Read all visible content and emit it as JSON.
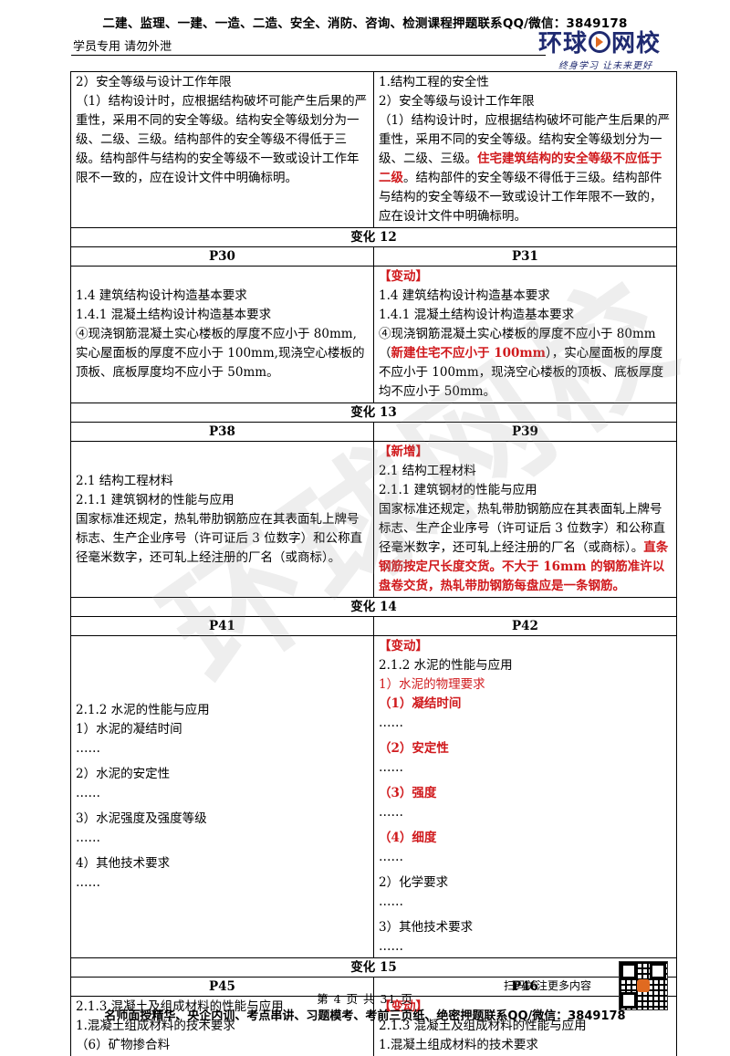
{
  "header": {
    "banner": "二建、监理、一建、一造、二造、安全、消防、咨询、检测课程押题联系QQ/微信：3849178",
    "left_label": "学员专用 请勿外泄",
    "logo_text_a": "环球",
    "logo_text_b": "网校",
    "logo_slogan": "终身学习  让未来更好"
  },
  "watermark": "环球网校",
  "rows": {
    "r0": {
      "left": [
        "2）安全等级与设计工作年限",
        "（1）结构设计时，应根据结构破坏可能产生后果的严重性，采用不同的安全等级。结构安全等级划分为一级、二级、三级。结构部件的安全等级不得低于三级。结构部件与结构的安全等级不一致或设计工作年限不一致的，应在设计文件中明确标明。"
      ],
      "right": {
        "l1": "1.结构工程的安全性",
        "l2": "2）安全等级与设计工作年限",
        "l3a": "（1）结构设计时，应根据结构破坏可能产生后果的严重性，采用不同的安全等级。结构安全等级划分为一级、二级、三级。",
        "l3b": "住宅建筑结构的安全等级不应低于二级",
        "l3c": "。结构部件的安全等级不得低于三级。结构部件与结构的安全等级不一致或设计工作年限不一致的，应在设计文件中明确标明。"
      }
    },
    "c12": {
      "title": "变化 12",
      "left_page": "P30",
      "right_page": "P31",
      "left": {
        "l1": "1.4 建筑结构设计构造基本要求",
        "l2": "1.4.1 混凝土结构设计构造基本要求",
        "l3": "④现浇钢筋混凝土实心楼板的厚度不应小于 80mm,实心屋面板的厚度不应小于 100mm,现浇空心楼板的顶板、底板厚度均不应小于 50mm。"
      },
      "right": {
        "tag": "【变动】",
        "l1": "1.4 建筑结构设计构造基本要求",
        "l2": "1.4.1 混凝土结构设计构造基本要求",
        "l3a": "④现浇钢筋混凝土实心楼板的厚度不应小于 80mm（",
        "l3b": "新建住宅不应小于 100mm",
        "l3c": "），实心屋面板的厚度不应小于 100mm，现浇空心楼板的顶板、底板厚度均不应小于 50mm。"
      }
    },
    "c13": {
      "title": "变化 13",
      "left_page": "P38",
      "right_page": "P39",
      "left": {
        "l1": "2.1 结构工程材料",
        "l2": "2.1.1 建筑钢材的性能与应用",
        "l3": "国家标准还规定，热轧带肋钢筋应在其表面轧上牌号标志、生产企业序号（许可证后 3 位数字）和公称直径毫米数字，还可轧上经注册的厂名（或商标）。"
      },
      "right": {
        "tag": "【新增】",
        "l1": "2.1 结构工程材料",
        "l2": "2.1.1 建筑钢材的性能与应用",
        "l3a": "国家标准还规定，热轧带肋钢筋应在其表面轧上牌号标志、生产企业序号（许可证后 3 位数字）和公称直径毫米数字，还可轧上经注册的厂名（或商标）。",
        "l3b": "直条钢筋按定尺长度交货。不大于 16mm 的钢筋准许以盘卷交货，热轧带肋钢筋每盘应是一条钢筋。"
      }
    },
    "c14": {
      "title": "变化 14",
      "left_page": "P41",
      "right_page": "P42",
      "left": {
        "l1": "2.1.2 水泥的性能与应用",
        "l2": "1）水泥的凝结时间",
        "l3": "……",
        "l4": "2）水泥的安定性",
        "l5": "……",
        "l6": "3）水泥强度及强度等级",
        "l7": "……",
        "l8": "4）其他技术要求",
        "l9": "……"
      },
      "right": {
        "tag": "【变动】",
        "l1": "2.1.2 水泥的性能与应用",
        "l2": "1）水泥的物理要求",
        "l3": "（1）凝结时间",
        "l4": "……",
        "l5": "（2）安定性",
        "l6": "……",
        "l7": "（3）强度",
        "l8": "……",
        "l9": "（4）细度",
        "l10": "……",
        "l11": "2）化学要求",
        "l12": "……",
        "l13": "3）其他技术要求",
        "l14": "……"
      }
    },
    "c15": {
      "title": "变化 15",
      "left_page": "P45",
      "right_page": "P46",
      "left": {
        "l1": "2.1.3 混凝土及组成材料的性能与应用",
        "l2": "1.混凝土组成材料的技术要求",
        "l3": "（6）矿物掺合料"
      },
      "right": {
        "tag": "【变动】",
        "l1": "2.1.3 混凝土及组成材料的性能与应用",
        "l2": "1.混凝土组成材料的技术要求"
      }
    }
  },
  "footer": {
    "qr_text": "扫码关注更多内容",
    "page_number": "第 4 页 共 31 页",
    "banner": "名师面授精华、央企内训、考点串讲、习题模考、考前三页纸、绝密押题联系QQ/微信：3849178"
  }
}
